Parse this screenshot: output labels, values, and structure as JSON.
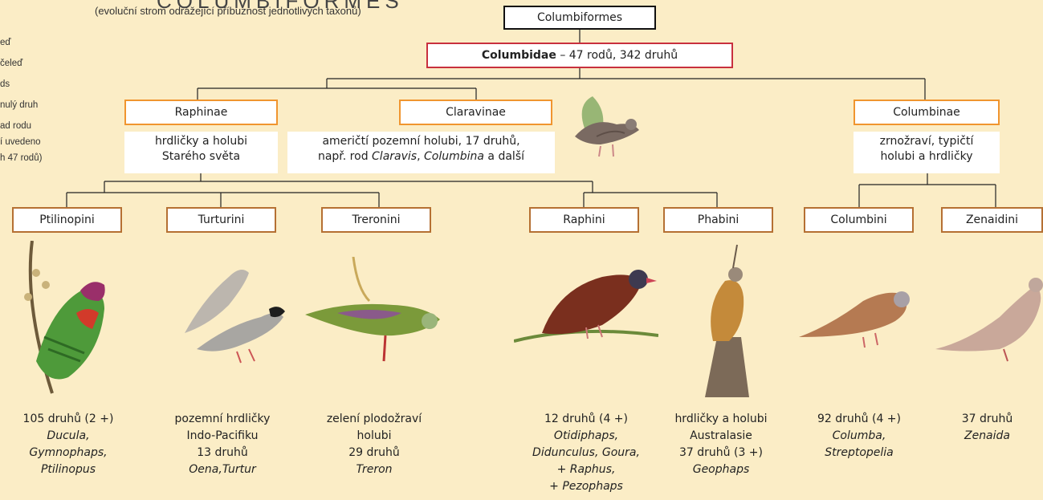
{
  "header": {
    "title_fragment": "COLUMBIFORMES",
    "subtitle": "(evoluční strom odrážející příbuznost jednotlivých taxonů)"
  },
  "legend": [
    "eď",
    "čeleď",
    "ds",
    "nulý druh",
    "ad rodu",
    "í uvedeno",
    "h 47 rodů)"
  ],
  "tree": {
    "order": "Columbiformes",
    "family": {
      "name": "Columbidae",
      "info": "– 47 rodů, 342 druhů"
    },
    "subfamilies": [
      {
        "name": "Raphinae",
        "desc": [
          "hrdličky a holubi",
          "Starého světa"
        ]
      },
      {
        "name": "Claravinae",
        "desc_line1": "američtí pozemní holubi, 17 druhů,",
        "desc_line2": {
          "a": "např. rod ",
          "b": "Claravis",
          "c": ", ",
          "d": "Columbina",
          "e": " a další"
        }
      },
      {
        "name": "Columbinae",
        "desc": [
          "zrnožraví, typičtí",
          "holubi a hrdličky"
        ]
      }
    ],
    "tribes": [
      {
        "name": "Ptilinopini",
        "caption": [
          "105 druhů (2 +)"
        ],
        "genera": [
          "Ducula,",
          "Gymnophaps,",
          "Ptilinopus"
        ]
      },
      {
        "name": "Turturini",
        "caption": [
          "pozemní hrdličky",
          "Indo-Pacifiku",
          "13 druhů"
        ],
        "genera": [
          "Oena,Turtur"
        ]
      },
      {
        "name": "Treronini",
        "caption": [
          "zelení plodožraví",
          "holubi",
          "29 druhů"
        ],
        "genera": [
          "Treron"
        ]
      },
      {
        "name": "Raphini",
        "caption": [
          "12 druhů (4 +)"
        ],
        "genera": [
          "Otidiphaps,",
          "Didunculus, Goura,",
          "+ Raphus,",
          "+ Pezophaps"
        ]
      },
      {
        "name": "Phabini",
        "caption": [
          "hrdličky a holubi",
          "Australasie",
          "37 druhů (3 +)"
        ],
        "genera": [
          "Geophaps"
        ]
      },
      {
        "name": "Columbini",
        "caption": [
          "92 druhů (4 +)"
        ],
        "genera": [
          "Columba,",
          "Streptopelia"
        ]
      },
      {
        "name": "Zenaidini",
        "caption": [
          "37 druhů"
        ],
        "genera": [
          "Zenaida"
        ]
      }
    ]
  },
  "colors": {
    "background": "#fbedc6",
    "order_border": "#111111",
    "family_border": "#c8303e",
    "subfamily_border": "#f0952f",
    "tribe_border": "#b57033"
  }
}
